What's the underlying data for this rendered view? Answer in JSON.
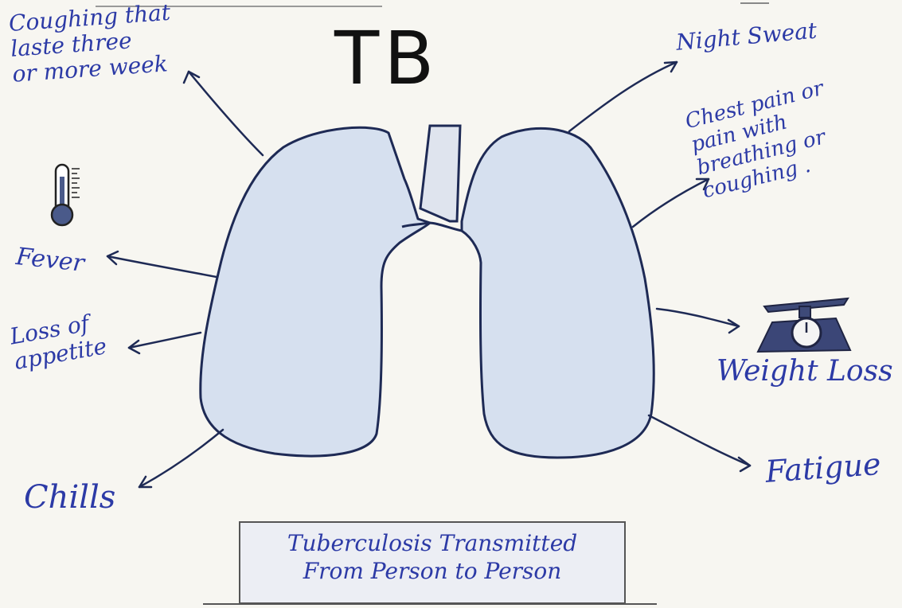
{
  "title": "TB",
  "labels": {
    "coughing": "Coughing that\nlaste three\nor more week",
    "night_sweat": "Night Sweat",
    "chest_pain": "Chest pain or\npain with\nbreathing or\ncoughing .",
    "fever": "Fever",
    "loss_of_appetite": "Loss of\nappetite",
    "weight_loss": "Weight Loss",
    "chills": "Chills",
    "fatigue": "Fatigue"
  },
  "caption": "Tuberculosis Transmitted\nFrom Person to Person",
  "colors": {
    "ink": "#2c3aa6",
    "outline": "#1e2a55",
    "lung_fill": "#d6e0ef",
    "title": "#111111"
  },
  "icons": [
    "thermometer-icon",
    "weighing-scale-icon"
  ]
}
